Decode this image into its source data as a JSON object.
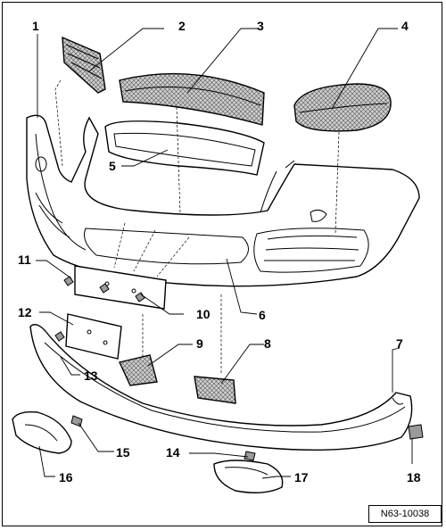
{
  "reference_code": "N63-10038",
  "callouts": [
    "1",
    "2",
    "3",
    "4",
    "5",
    "6",
    "7",
    "8",
    "9",
    "10",
    "11",
    "12",
    "13",
    "14",
    "15",
    "16",
    "17",
    "18"
  ]
}
